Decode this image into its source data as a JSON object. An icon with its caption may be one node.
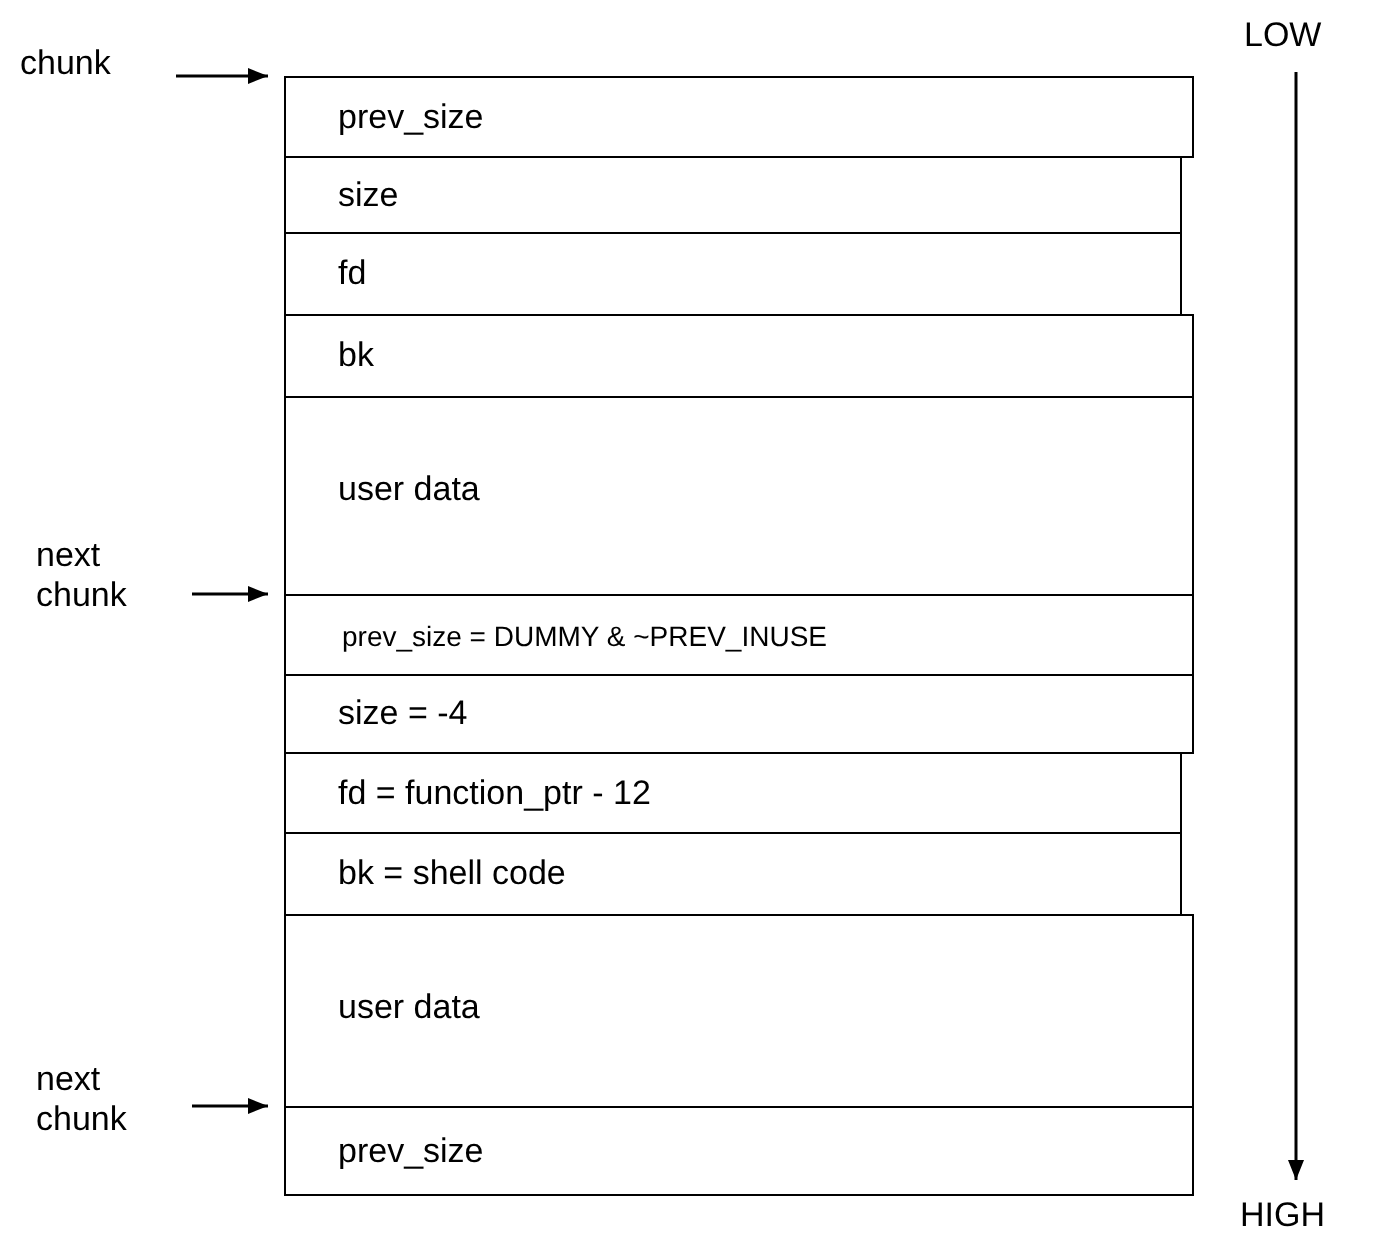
{
  "diagram": {
    "nodes": [
      {
        "text": [
          "chunk"
        ]
      },
      {
        "text": [
          "prev_size"
        ]
      },
      {
        "text": [
          "size"
        ]
      },
      {
        "text": [
          "fd"
        ]
      },
      {
        "text": [
          "bk"
        ]
      },
      {
        "text": [
          "user data"
        ]
      },
      {
        "text": [
          "next chunk"
        ]
      },
      {
        "text": [
          "prev_size = DUMMY & ~PREV_INUSE"
        ]
      },
      {
        "text": [
          "size = -4"
        ]
      },
      {
        "text": [
          "fd = function_ptr - 12"
        ]
      },
      {
        "text": [
          "bk = shell code"
        ]
      },
      {
        "text": [
          "user data"
        ]
      },
      {
        "text": [
          "next chunk"
        ]
      },
      {
        "text": [
          "prev_size"
        ]
      }
    ],
    "edges": [
      {
        "from": 0,
        "to": 1,
        "arrow": "to"
      },
      {
        "from": 6,
        "to": 7,
        "arrow": "to"
      },
      {
        "from": 12,
        "to": 13,
        "arrow": "to"
      }
    ],
    "labels": [
      "LOW",
      "HIGH"
    ]
  }
}
